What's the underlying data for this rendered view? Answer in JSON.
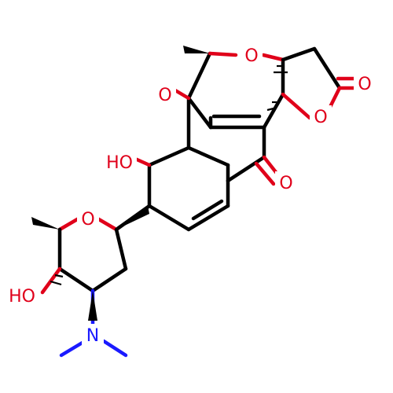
{
  "atoms": {
    "o_ring_pyran": "O",
    "o_lactone_ring": "O",
    "o_lactone_carbonyl": "O",
    "o_quinone_top": "O",
    "o_quinone_bottom": "O",
    "hydroxyl_aromatic": "HO",
    "o_sugar_ring": "O",
    "hydroxyl_sugar": "HO",
    "amine_n": "N"
  },
  "colors": {
    "oxygen": "#e0001a",
    "nitrogen": "#1a1aff",
    "carbon_bond": "#000000"
  }
}
